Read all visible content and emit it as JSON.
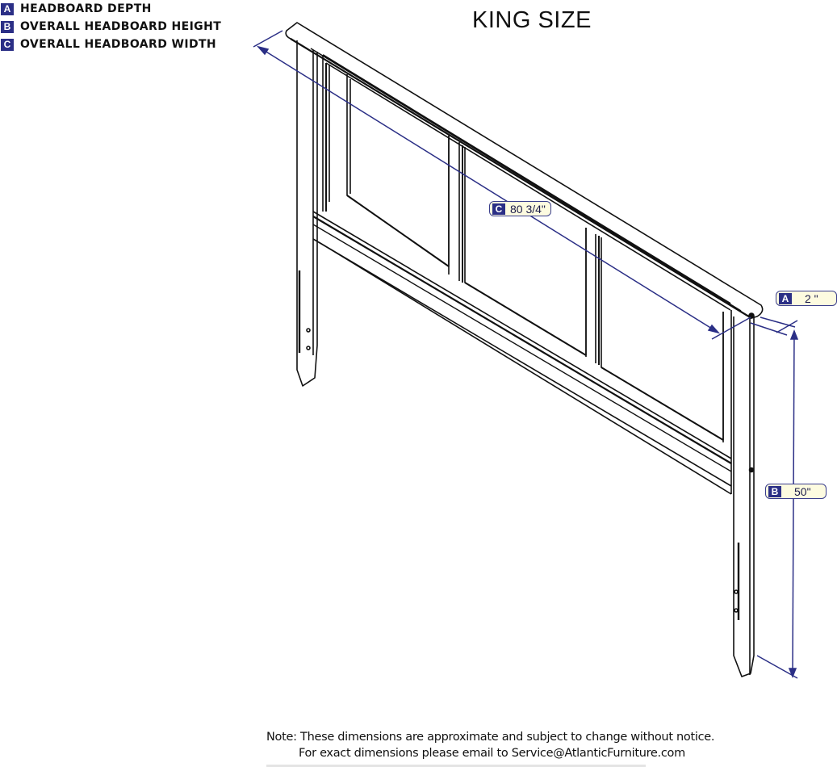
{
  "title": "KING SIZE",
  "legend": [
    {
      "key": "A",
      "label": "HEADBOARD DEPTH"
    },
    {
      "key": "B",
      "label": "OVERALL HEADBOARD HEIGHT"
    },
    {
      "key": "C",
      "label": "OVERALL HEADBOARD WIDTH"
    }
  ],
  "dimensions": {
    "A": {
      "key": "A",
      "value": "2 \""
    },
    "B": {
      "key": "B",
      "value": "50\""
    },
    "C": {
      "key": "C",
      "value": "80 3/4\""
    }
  },
  "note": {
    "line1": "Note:  These dimensions are approximate and subject to change without notice.",
    "line2": "For exact dimensions please email to Service@AtlanticFurniture.com"
  },
  "colors": {
    "dimension_line": "#2b2f86",
    "tag_fill": "#fdfbe0",
    "key_fill": "#2b2f86",
    "drawing_line": "#111111"
  }
}
